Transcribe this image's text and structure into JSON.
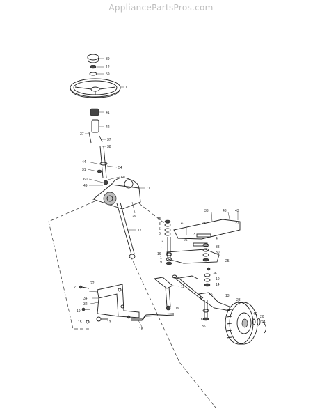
{
  "watermark": "AppliancePartsPros.com",
  "callouts": {
    "c39": "39",
    "c12": "12",
    "c59": "59",
    "c1": "1",
    "c41": "41",
    "c42": "42",
    "c37a": "37",
    "c37b": "37",
    "c38": "38",
    "c44": "44",
    "c54": "54",
    "c31": "31",
    "c60": "60",
    "c49": "49",
    "c71": "71",
    "c29": "29",
    "c17": "17",
    "c45": "45",
    "c8": "8",
    "c5": "5",
    "c47": "47",
    "c6": "6",
    "c26": "26",
    "c2": "2",
    "c7": "7",
    "c16": "16",
    "c1b": "1",
    "c9": "9",
    "c33": "33",
    "c43": "43",
    "c43b": "43",
    "c27": "27",
    "c23": "23",
    "c3": "3",
    "c4": "4",
    "c38b": "38",
    "c30": "30",
    "c25": "25",
    "c36": "36",
    "c11": "11",
    "c10": "10",
    "c14": "14",
    "c19": "19",
    "c15": "15",
    "c13": "13",
    "c18": "18",
    "c35": "35",
    "c28": "28",
    "c40": "40",
    "c20": "20",
    "c24": "24",
    "c21": "21",
    "c22": "22",
    "c34": "34",
    "c32": "32"
  }
}
